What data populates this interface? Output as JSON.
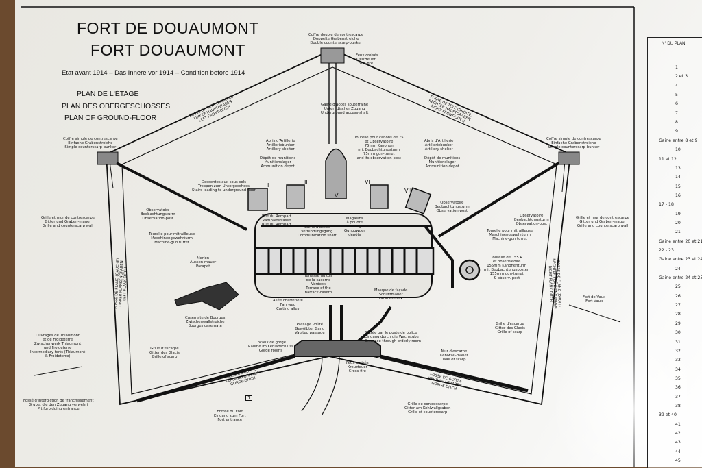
{
  "title": {
    "line1": "FORT DE DOUAUMONT",
    "line2": "FORT DOUAUMONT",
    "subtitle": "Etat avant 1914  –  Das Innere vor 1914  –  Condition before 1914"
  },
  "plan_labels": [
    "PLAN DE L'ÉTAGE",
    "PLAN DES OBERGESCHOSSES",
    "PLAN OF GROUND-FLOOR"
  ],
  "annotations": {
    "coffre_double": "Coffre double de contrescarpe\nDoppelte Grabenstreiche\nDouble counterscarp-bunker",
    "feux_croises_top": "Feux croisés\nKreuzfeuer\nCross-fire",
    "fosse_tete_gauche": "FOSSE DE TETE (GAUCHE)\nLINKER HAUPTGRABEN\nLEFT FRONT-DITCH",
    "fosse_tete_droit": "FOSSE DE TETE (DROITE)\nRECHTER HAUPTGRABEN\nRIGHT FRONT-DITCH",
    "gaine_acces": "Gaine d'accès souterraine\nUnterirdischer Zugang\nUnderground access-shaft",
    "coffre_simple_left": "Coffre simple de contrescarpe\nEinfache Grabenstreiche\nSimple counterscarp-bunker",
    "coffre_simple_right": "Coffre simple de contrescarpe\nEinfache Grabenstreiche\nSimple counterscarp-bunker",
    "abris_left": "Abris d'Artillerie\nArtilleriebunker\nArtillery shelter",
    "abris_right": "Abris d'Artillerie\nArtilleriebunker\nArtillery shelter",
    "tourelle_75": "Tourelle pour canons de 75\net Observatoire\n75mm Kanonen\nmit Beobachtungsturm\n75mm gun-turret\nand its observation-post",
    "depot_left": "Dépôt de munitions\nMunitionslager\nAmmunition depot",
    "depot_right": "Dépôt de munitions\nMunitionslager\nAmmunition depot",
    "descente": "Descentes aux sous-sols\nTreppen zum Untergeschoss\nStairs leading to underground floor",
    "grille_mur_left": "Grille et mur de contrescarpe\nGitter und Graben-mauer\nGrille and counterscarp wall",
    "grille_mur_right": "Grille et mur de contrescarpe\nGitter und Graben-mauer\nGrille and counterscarp wall",
    "observatoire_left": "Observatoire\nBeobachtungsturm\nObservation-post",
    "observatoire_right1": "Observatoire\nBeobachtungsturm\nObservation-post",
    "observatoire_right2": "Observatoire\nBeobachtungsturm\nObservation-post",
    "rue_rempart": "Rue du Rempart\nRampartstrasse\nRue du Rempart",
    "gaine_acces2": "Gaine d'accès\nVerbindungsgang\nCommunication shaft",
    "magasins": "Magasins\nà poudre\nPulverlager\nGunpowder\ndépôts",
    "tourelle_mitrailleuse_left": "Tourelle pour mitrailleuse\nMaschinengewehrturm\nMachine-gun turret",
    "tourelle_mitrailleuse_right": "Tourelle pour mitrailleuse\nMaschinengewehrturm\nMachine-gun turret",
    "merlon": "Merlon\nAussen-mauer\nParapet",
    "tourelle_155": "Tourelle de 155 R\net observatoire\n155mm Kanonenturm\nmit Beobachtungsposten\n155mm gun-turret\n& observ. post",
    "fosse_flanc_gauche": "FOSSE DE FLANC (GAUCHE)\nLINKER FLANKENGRABEN\nLEFT FLANK DITCH",
    "fosse_flanc_droit": "FOSSE DE FLANC (DROIT)\nRECHTER FLANKENGRABEN\nRIGHT FLANK DITCH",
    "terrasse_caserne": "Terrasse du toit\nde la caserne\nVerdeck\nTerrace of the\nbarrack-casern",
    "masque": "Masque de façade\nSchutzmauer\nFacade-mask",
    "allee": "Allée charretière\nFahrweg\nCarting alley",
    "casemate": "Casemate de Bourges\nZwischenwallstreiche\nBourges casemate",
    "fort_vaux": "Fort de Vaux\nFort Vaux",
    "passage_voute": "Passage voûté\nGewölbter Gang\nVaulted passage",
    "entree_poste": "Entrée par le poste de police\nEingang durch die Wachstube\nEntrance through orderly room",
    "grille_escarpe_right": "Grille d'escarpe\nGitter des Glacis\nGrille of scarp",
    "ouvrages": "Ouvrages de Thiaumont\net de Froideterre\nZwischenwerk Thiaumont\nund Froideterre\nIntermediary forts (Thiaumont\n& Froideterre)",
    "grille_escarpe_left": "Grille d'escarpe\nGitter des Glacis\nGrille of scarp",
    "locaux_gorge": "Locaux de gorge\nRäume im Kehlabschluss\nGorge rooms",
    "mur_escarpe": "Mur d'escarpe\nKehlwall-mauer\nWall of scarp",
    "feux_croises_bottom": "Feux croisés\nKreuzfeuer\nCross-fire",
    "fosse_gorge_left": "FOSSE DE GORGE\nKEHLWALLGRABEN\nGORGE-DITCH",
    "fosse_gorge_right": "FOSSE DE GORGE\nKEHLWALLGRABEN\nGORGE-DITCH",
    "fosse_interdiction": "Fossé d'interdiction de franchissement\nGrube, die den Zugang verwehrt\nPit forbidding entrance",
    "entree_fort": "Entrée du Fort\nEingang zum Fort\nFort entrance",
    "grille_contrescarpe_bottom": "Grille de contrescarpe\nGitter am Kehlwallgraben\nGrille of counterscarp",
    "marker_1": "1",
    "roman_I": "I",
    "roman_II": "II",
    "roman_V": "V",
    "roman_VI": "VI",
    "roman_VII": "VII"
  },
  "legend_panel": {
    "header": "N° DU PLAN",
    "rows": [
      "1",
      "2 et 3",
      "4",
      "5",
      "6",
      "7",
      "8",
      "9",
      "Gaine entre 8 et 9",
      "10",
      "11 et 12",
      "13",
      "14",
      "15",
      "16",
      "17 - 18",
      "19",
      "20",
      "21",
      "Gaine entre 20 et 21",
      "22 - 23",
      "Gaine entre 23 et 24",
      "24",
      "Gaine entre 24 et 25",
      "25",
      "26",
      "27",
      "28",
      "29",
      "30",
      "31",
      "32",
      "33",
      "34",
      "35",
      "36",
      "37",
      "38",
      "39 et 40",
      "41",
      "42",
      "43",
      "44",
      "45"
    ]
  },
  "colors": {
    "ink": "#111111",
    "paper": "#eeede8",
    "frame": "#6b4a2e"
  }
}
